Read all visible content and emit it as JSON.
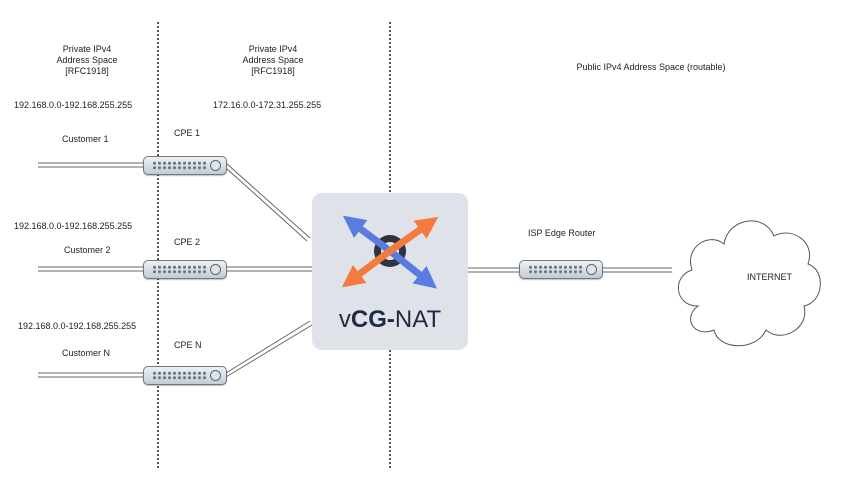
{
  "zones": {
    "left_header": "Private IPv4\nAddress Space\n[RFC1918]",
    "middle_header": "Private IPv4\nAddress Space\n[RFC1918]",
    "right_header": "Public IPv4 Address Space (routable)",
    "middle_range": "172.16.0.0-172.31.255.255"
  },
  "customers": [
    {
      "name": "Customer 1",
      "range": "192.168.0.0-192.168.255.255",
      "cpe": "CPE 1"
    },
    {
      "name": "Customer 2",
      "range": "192.168.0.0-192.168.255.255",
      "cpe": "CPE 2"
    },
    {
      "name": "Customer N",
      "range": "192.168.0.0-192.168.255.255",
      "cpe": "CPE N"
    }
  ],
  "nat": {
    "prefix": "v",
    "bold": "CG-",
    "suffix": "NAT"
  },
  "edge_router": {
    "label": "ISP Edge Router"
  },
  "internet": {
    "label": "INTERNET"
  },
  "colors": {
    "arrow_blue": "#5b7be0",
    "arrow_orange": "#f47b3d",
    "ring": "#2e3440",
    "card": "#dfe3e9"
  }
}
